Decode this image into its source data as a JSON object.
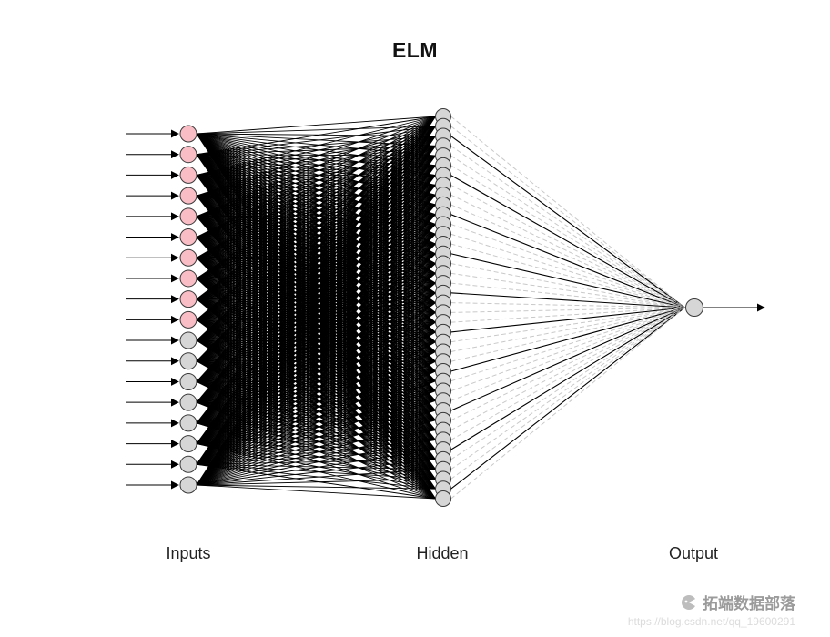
{
  "title": "ELM",
  "layers": {
    "inputs": {
      "label": "Inputs",
      "count": 18,
      "pink_count": 10
    },
    "hidden": {
      "label": "Hidden",
      "count": 40
    },
    "output": {
      "label": "Output",
      "count": 1
    }
  },
  "colors": {
    "input_node_pink": "#f9bdc6",
    "input_node_gray": "#d6d6d6",
    "hidden_node": "#d6d6d6",
    "output_node": "#d6d6d6",
    "node_stroke": "#3a3a3a",
    "link_black": "#000000",
    "link_gray": "#c9c9c9",
    "arrow": "#000000"
  },
  "watermark": {
    "brand": "拓端数据部落",
    "url": "https://blog.csdn.net/qq_19600291"
  }
}
